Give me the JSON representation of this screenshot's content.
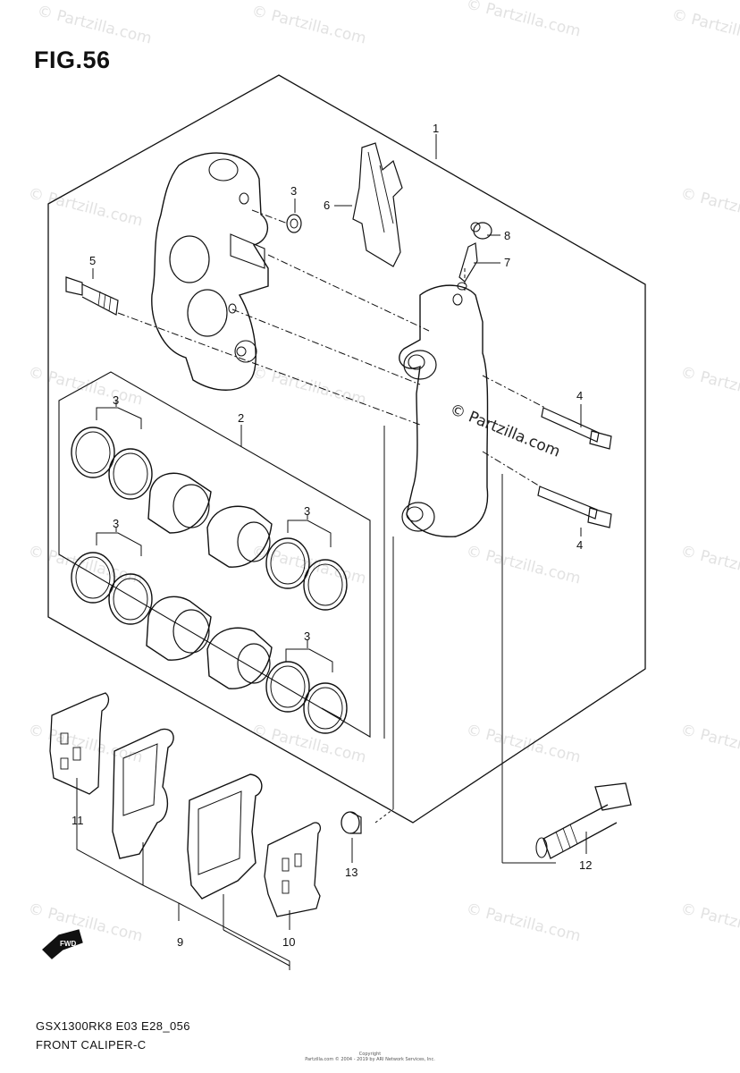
{
  "figure": {
    "title": "FIG.56",
    "model_code": "GSX1300RK8 E03 E28_056",
    "diagram_name": "FRONT CALIPER-C"
  },
  "brand_watermark": "© Partzilla.com",
  "copyright_line1": "Copyright",
  "copyright_line2": "Partzilla.com © 2004 - 2019 by ARI Network Services, Inc.",
  "fwd_label": "FWD",
  "callouts": [
    "1",
    "2",
    "3",
    "3",
    "3",
    "3",
    "3",
    "4",
    "4",
    "5",
    "6",
    "7",
    "8",
    "9",
    "10",
    "11",
    "12",
    "13"
  ]
}
